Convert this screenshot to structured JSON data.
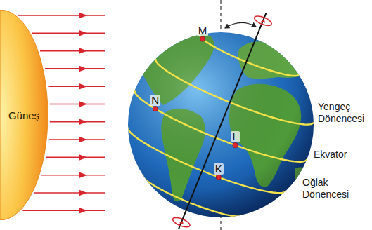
{
  "diagram": {
    "nodes": [
      {
        "text": [
          "Güneş"
        ]
      }
    ],
    "labels": [
      "M",
      "N",
      "L",
      "K",
      "Yengeç Dönencesi",
      "Ekvator",
      "Oğlak Dönencesi"
    ]
  }
}
